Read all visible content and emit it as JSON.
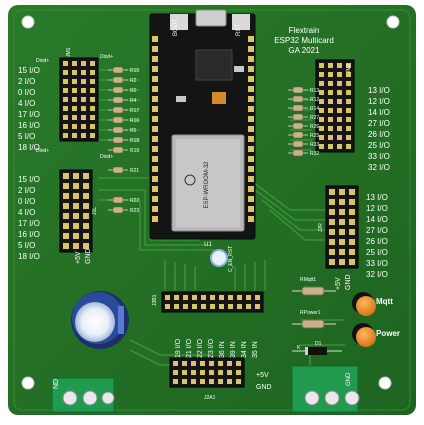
{
  "colors": {
    "board": "#1f6a22",
    "board_light": "#2a7d2a",
    "trace": "#3a8f34",
    "silk": "#ffffff",
    "pin": "#d9c46a",
    "header": "#1a1a1a",
    "terminal": "#1f9a4f",
    "led": "#f28a1c",
    "cap": "#2a4a9a",
    "resistor": "#c9b28a"
  },
  "board_title": {
    "line1": "Flextrain",
    "line2": "ESP32 Multicard",
    "line3": "GA 2021"
  },
  "esp_module": {
    "usb_label": "BOOT",
    "rst_label": "RST",
    "chip_label": "ESP-WROOM-32",
    "id_label": "U1"
  },
  "left_top_labels": [
    "15 I/O",
    "2 I/O",
    "0 I/O",
    "4 I/O",
    "17 I/O",
    "16 I/O",
    "5 I/O",
    "18 I/O"
  ],
  "left_mid_labels": [
    "15 I/O",
    "2 I/O",
    "0 I/O",
    "4 I/O",
    "17 I/O",
    "16 I/O",
    "5 I/O",
    "18 I/O"
  ],
  "left_power": [
    "+5V",
    "GND"
  ],
  "right_top_labels": [
    "13 I/O",
    "12 I/O",
    "14 I/O",
    "27 I/O",
    "26 I/O",
    "25 I/O",
    "33 I/O",
    "32 I/O"
  ],
  "right_mid_labels": [
    "13 I/O",
    "12 I/O",
    "14 I/O",
    "27 I/O",
    "26 I/O",
    "25 I/O",
    "33 I/O",
    "32 I/O"
  ],
  "right_power": [
    "+5V",
    "GND"
  ],
  "bottom_labels": [
    "19 I/O",
    "21 I/O",
    "22 I/O",
    "23 I/O",
    "36 IN",
    "39 IN",
    "34 IN",
    "35 IN"
  ],
  "bottom_power": [
    "+5V",
    "GND"
  ],
  "resistors_left": [
    "R15",
    "R2",
    "R0",
    "R4",
    "R17",
    "R16",
    "R5",
    "R18",
    "R19"
  ],
  "resistors_left_extra": [
    "R21",
    "R22",
    "R23"
  ],
  "resistors_right": [
    "R13",
    "R12",
    "R14",
    "R27",
    "R26",
    "R25",
    "R33",
    "R32"
  ],
  "silk_labels": {
    "jm_top_left": "JM1",
    "jm_top_right": "JM2",
    "diod_plus_1": "Diod+",
    "diod_plus_2": "Diod+",
    "diod_plus_3": "Diod+",
    "diod_plus_4": "Diod+",
    "j_left": "J1L",
    "j_right": "J2R",
    "j_bottom": "J2A1",
    "j_center": "J3B1",
    "rmqtt": "RMqtt1",
    "rpower": "RPower1",
    "d1": "D1",
    "k_label": "K",
    "mqtt": "Mqtt",
    "power": "Power",
    "c_en": "C_EN_RST",
    "gnd_term": "GND",
    "term_left": "ND"
  }
}
